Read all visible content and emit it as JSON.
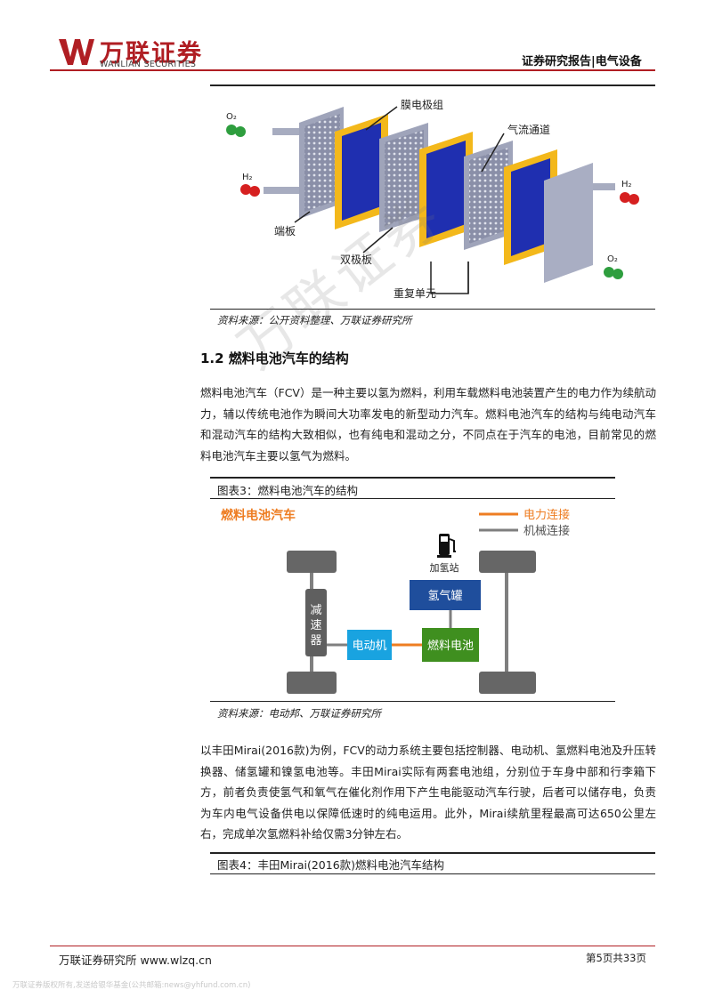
{
  "header": {
    "logo_cn": "万联证券",
    "logo_en": "WANLIAN SECURITIES",
    "report_type": "证券研究报告|电气设备"
  },
  "figure2": {
    "labels": {
      "o2": "O₂",
      "h2": "H₂",
      "mea": "膜电极组",
      "gas_channel": "气流通道",
      "end_plate": "端板",
      "bipolar_plate": "双极板",
      "repeat_unit": "重复单元"
    },
    "source": "资料来源：公开资料整理、万联证券研究所"
  },
  "section": {
    "title": "1.2 燃料电池汽车的结构",
    "paragraph": "燃料电池汽车（FCV）是一种主要以氢为燃料，利用车载燃料电池装置产生的电力作为续航动力，辅以传统电池作为瞬间大功率发电的新型动力汽车。燃料电池汽车的结构与纯电动汽车和混动汽车的结构大致相似，也有纯电和混动之分，不同点在于汽车的电池，目前常见的燃料电池汽车主要以氢气为燃料。"
  },
  "figure3": {
    "caption": "图表3：燃料电池汽车的结构",
    "title": "燃料电池汽车",
    "legend": {
      "electric": "电力连接",
      "mechanical": "机械连接"
    },
    "blocks": {
      "reducer": "减速器",
      "motor": "电动机",
      "fuel_cell": "燃料电池",
      "tank": "氢气罐",
      "station": "加氢站"
    },
    "colors": {
      "electric": "#ee7d22",
      "mechanical": "#7f7f7f",
      "motor": "#19a3e0",
      "fuel_cell": "#3f8f1f",
      "tank": "#1f4e9c",
      "title": "#ee7d22"
    },
    "source": "资料来源：电动邦、万联证券研究所"
  },
  "paragraph2": "以丰田Mirai(2016款)为例，FCV的动力系统主要包括控制器、电动机、氢燃料电池及升压转换器、储氢罐和镍氢电池等。丰田Mirai实际有两套电池组，分别位于车身中部和行李箱下方，前者负责使氢气和氧气在催化剂作用下产生电能驱动汽车行驶，后者可以储存电，负责为车内电气设备供电以保障低速时的纯电运用。此外，Mirai续航里程最高可达650公里左右，完成单次氢燃料补给仅需3分钟左右。",
  "figure4": {
    "caption": "图表4：丰田Mirai(2016款)燃料电池汽车结构"
  },
  "footer": {
    "left": "万联证券研究所 www.wlzq.cn",
    "right": "第5页共33页",
    "watermark": "万联证券版权所有,发送给银华基金(公共邮箱:news@yhfund.com.cn)"
  },
  "watermark": "万联证券"
}
